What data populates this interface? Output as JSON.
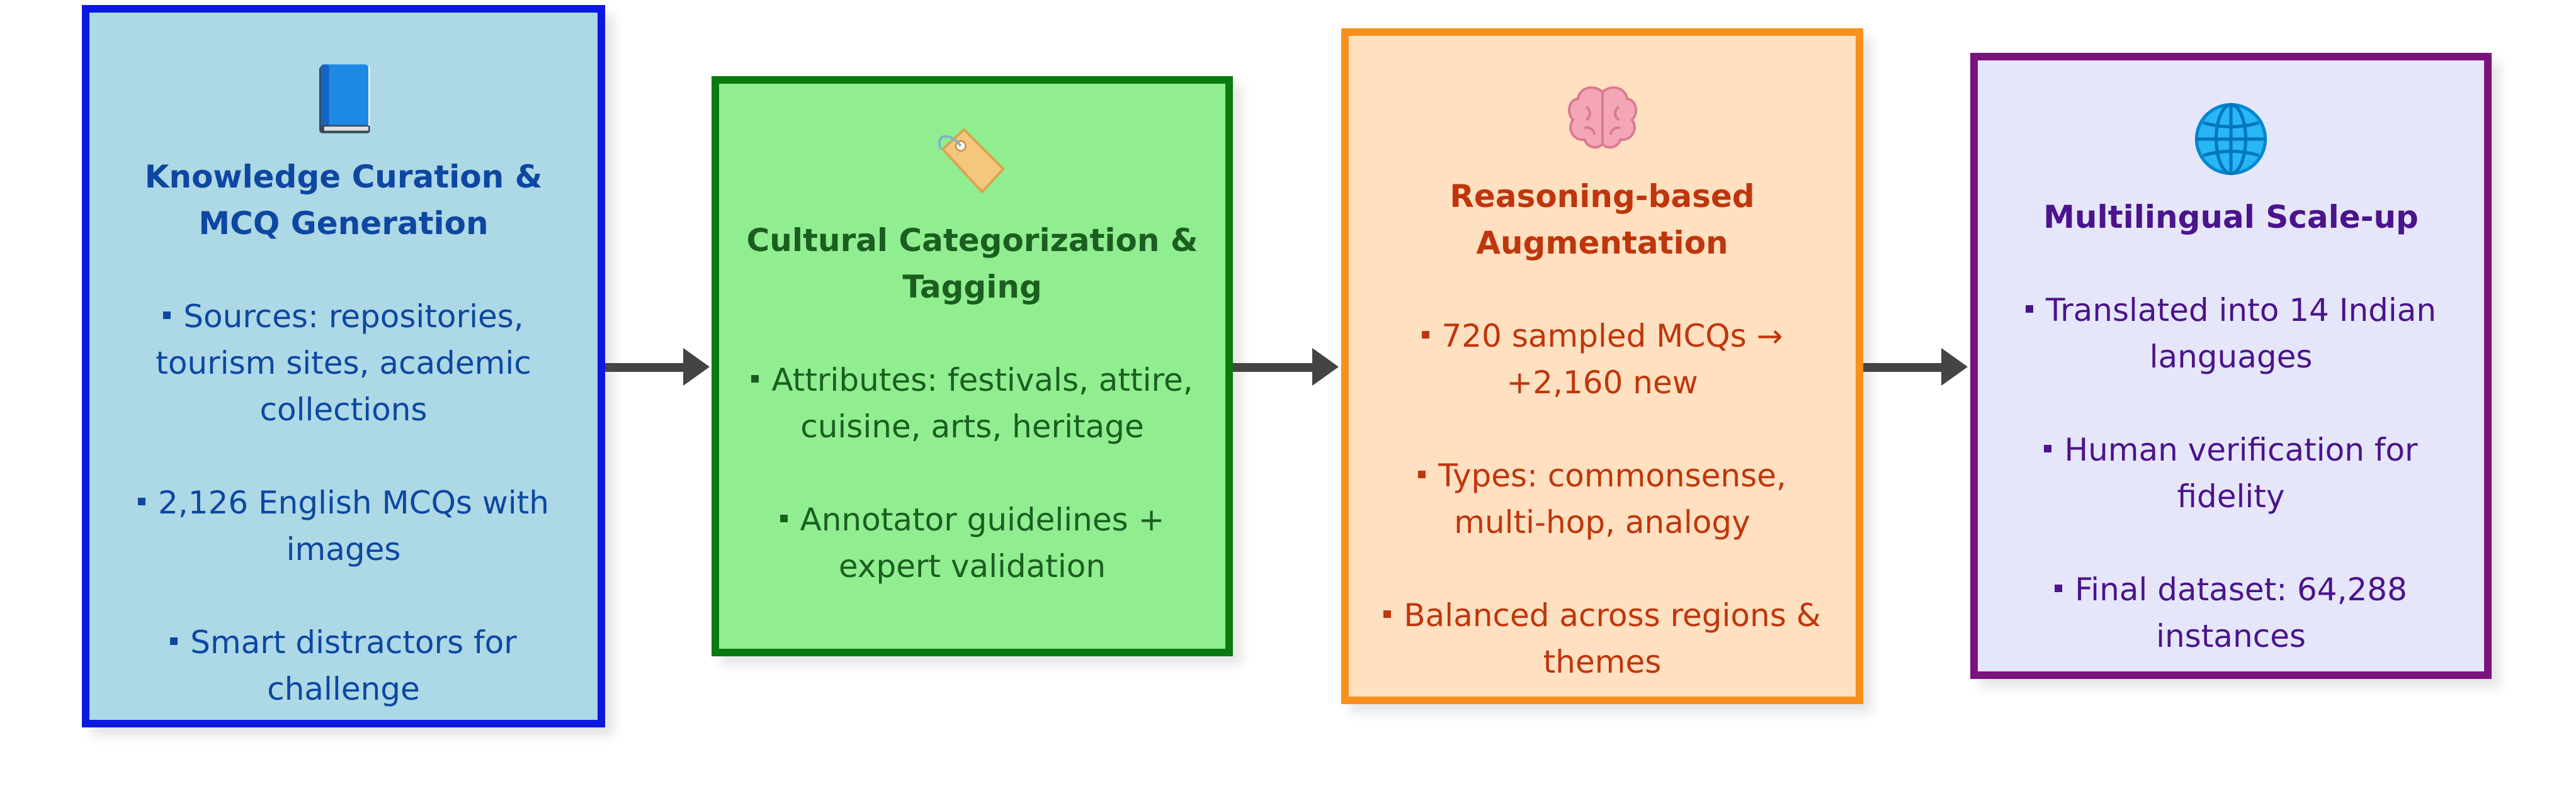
{
  "steps": [
    {
      "icon": "book-icon",
      "title": "Knowledge Curation & MCQ Generation",
      "bullets": [
        "Sources: repositories, tourism sites, academic collections",
        "2,126 English MCQs with images",
        "Smart distractors for challenge"
      ]
    },
    {
      "icon": "tag-icon",
      "title": "Cultural Categorization & Tagging",
      "bullets": [
        "Attributes: festivals, attire, cuisine, arts, heritage",
        "Annotator guidelines + expert validation"
      ]
    },
    {
      "icon": "brain-icon",
      "title": "Reasoning-based Augmentation",
      "bullets": [
        "720 sampled MCQs → +2,160 new",
        "Types: commonsense, multi-hop, analogy",
        "Balanced across regions & themes"
      ]
    },
    {
      "icon": "globe-icon",
      "title": "Multilingual Scale-up",
      "bullets": [
        "Translated into 14 Indian languages",
        "Human verification for fidelity",
        "Final dataset: 64,288 instances"
      ]
    }
  ],
  "colors": {
    "box1_fill": "#add8e6",
    "box1_border": "#0a18e0",
    "box1_text": "#0d47a1",
    "box2_fill": "#90ee90",
    "box2_border": "#0a7a10",
    "box2_text": "#1b5e20",
    "box3_fill": "#ffe0c0",
    "box3_border": "#f7901e",
    "box3_text": "#bf360c",
    "box4_fill": "#e6e6fa",
    "box4_border": "#7b137d",
    "box4_text": "#4a148c",
    "arrow": "#444444"
  }
}
